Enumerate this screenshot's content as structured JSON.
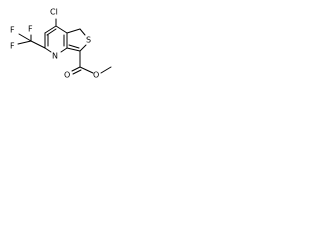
{
  "molecule": {
    "atoms": {
      "chlorine": "Cl",
      "sulfur": "S",
      "nitrogen": "N",
      "fluorine_top_left": "F",
      "fluorine_top_right": "F",
      "fluorine_bottom": "F",
      "carbonyl_oxygen": "O",
      "ester_oxygen": "O"
    },
    "colors": {
      "bond": "#000000",
      "label": "#000000",
      "background": "#ffffff"
    }
  }
}
